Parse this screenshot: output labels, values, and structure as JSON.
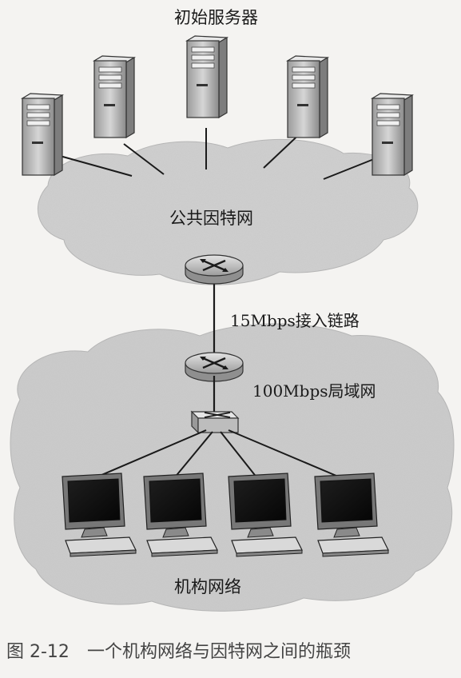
{
  "labels": {
    "servers": "初始服务器",
    "internet": "公共因特网",
    "access_link": "15Mbps接入链路",
    "lan": "100Mbps局域网",
    "institution": "机构网络"
  },
  "caption": {
    "number": "图 2-12",
    "text": "一个机构网络与因特网之间的瓶颈"
  },
  "colors": {
    "cloud": "#cfcfcf",
    "cloud_dark": "#b9b9b9",
    "line": "#1a1a1a",
    "screen": "#0d0d0d"
  }
}
